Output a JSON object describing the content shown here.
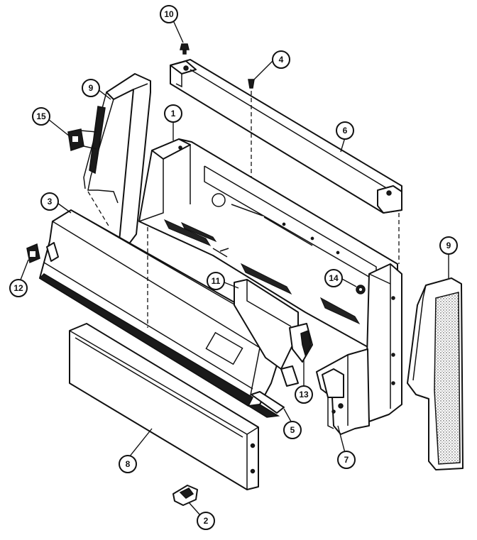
{
  "callouts": {
    "c10": "10",
    "c4": "4",
    "c9_left": "9",
    "c6": "6",
    "c1": "1",
    "c15": "15",
    "c3": "3",
    "c12": "12",
    "c11": "11",
    "c14": "14",
    "c9_right": "9",
    "c13": "13",
    "c5": "5",
    "c7": "7",
    "c8": "8",
    "c2": "2"
  }
}
